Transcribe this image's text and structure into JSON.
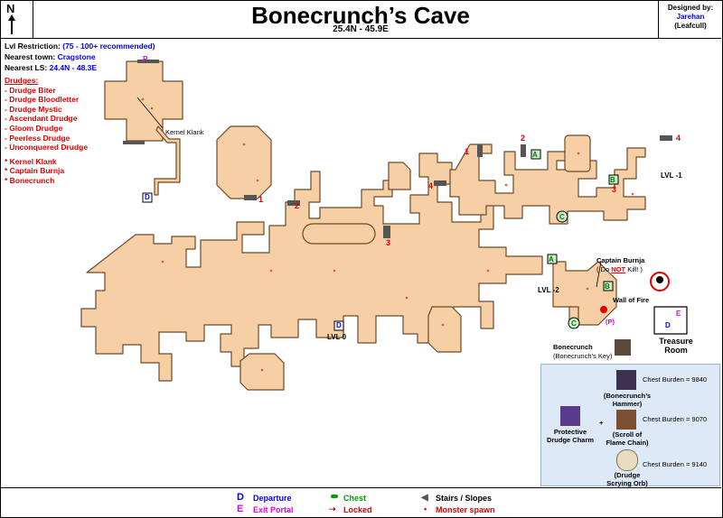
{
  "header": {
    "compass_letter": "N",
    "title": "Bonecrunch’s Cave",
    "coordinates": "25.4N - 45.9E",
    "designed_by_label": "Designed by:",
    "designer_name": "Jarehan",
    "designer_alt": "(Leafcull)"
  },
  "info": {
    "lvl_label": "Lvl Restriction: ",
    "lvl_value": "(75 - 100+ recommended)",
    "town_label": "Nearest town: ",
    "town_value": "Cragstone",
    "ls_label": "Nearest LS: ",
    "ls_value": "24.4N - 48.3E"
  },
  "drudges": {
    "heading": "Drudges:",
    "items": [
      "- Drudge Biter",
      "- Drudge Bloodletter",
      "- Drudge Mystic",
      "- Ascendant Drudge",
      "- Gloom Drudge",
      "- Peerless Drudge",
      "- Unconquered Drudge"
    ],
    "bosses": [
      "* Kernel Klank",
      "* Captain Burnja",
      "* Bonecrunch"
    ]
  },
  "map": {
    "kernel_klank": "Kernel Klank",
    "lvl0": "LVL 0",
    "lvl_minus1": "LVL -1",
    "lvl_minus2": "LVL -2",
    "captain_burnja": "Captain Burnja",
    "do_label": "( Do ",
    "not_label": "NOT",
    "kill_label": " Kill! )",
    "wall_of_fire": "Wall of Fire",
    "bonecrunch": "Bonecrunch",
    "bonecrunch_key": "(Bonecrunch’s Key)",
    "treasure_room": "Treasure Room",
    "letter_p": "P",
    "letter_d": "D",
    "letter_a": "A",
    "letter_b": "B",
    "letter_c": "C",
    "letter_e": "E",
    "letter_p_paren": "(P)",
    "numbers": [
      "1",
      "2",
      "3",
      "4"
    ]
  },
  "treasure": {
    "chest1_label": "Chest Burden = 9840",
    "chest1_item": "(Bonecrunch’s Hammer)",
    "chest2_label": "Chest Burden = 9070",
    "chest2_item": "(Scroll of Flame Chain)",
    "charm": "Protective Drudge Charm",
    "plus": "+",
    "chest3_label": "Chest Burden = 9140",
    "chest3_item": "(Drudge Scrying Orb)"
  },
  "legend": {
    "departure_key": "D",
    "departure": "Departure",
    "exit_key": "E",
    "exit": "Exit Portal",
    "chest": "Chest",
    "locked": "Locked",
    "stairs": "Stairs / Slopes",
    "spawn": "Monster spawn"
  },
  "colors": {
    "room_fill": "#f6cfa4",
    "room_stroke": "#6b4a2a",
    "blue": "#0000ee",
    "red": "#e00000",
    "green": "#00a000",
    "magenta": "#e000e0"
  }
}
